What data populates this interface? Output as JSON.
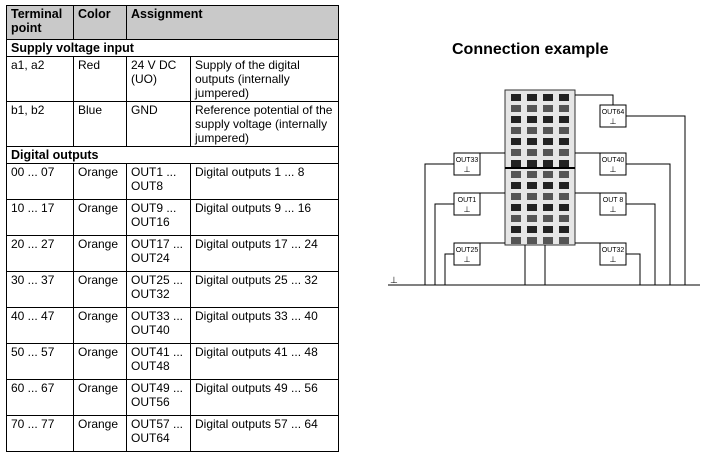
{
  "table": {
    "headers": [
      "Terminal point",
      "Color",
      "Assignment"
    ],
    "sections": [
      {
        "title": "Supply voltage input",
        "rows": [
          {
            "point": "a1, a2",
            "color": "Red",
            "signal": "24 V DC (UO)",
            "desc": "Supply of the digital outputs (internally jumpered)"
          },
          {
            "point": "b1, b2",
            "color": "Blue",
            "signal": "GND",
            "desc": "Reference potential of the supply voltage (internally jumpered)"
          }
        ]
      },
      {
        "title": "Digital outputs",
        "rows": [
          {
            "point": "00 ... 07",
            "color": "Orange",
            "signal": "OUT1 ... OUT8",
            "desc": "Digital outputs 1 ... 8"
          },
          {
            "point": "10 ... 17",
            "color": "Orange",
            "signal": "OUT9 ... OUT16",
            "desc": "Digital outputs 9 ... 16"
          },
          {
            "point": "20 ... 27",
            "color": "Orange",
            "signal": "OUT17 ... OUT24",
            "desc": "Digital outputs 17 ... 24"
          },
          {
            "point": "30 ... 37",
            "color": "Orange",
            "signal": "OUT25 ... OUT32",
            "desc": "Digital outputs 25 ... 32"
          },
          {
            "point": "40 ... 47",
            "color": "Orange",
            "signal": "OUT33 ... OUT40",
            "desc": "Digital outputs 33 ... 40"
          },
          {
            "point": "50 ... 57",
            "color": "Orange",
            "signal": "OUT41 ... OUT48",
            "desc": "Digital outputs 41 ... 48"
          },
          {
            "point": "60 ... 67",
            "color": "Orange",
            "signal": "OUT49 ... OUT56",
            "desc": "Digital outputs 49 ... 56"
          },
          {
            "point": "70 ... 77",
            "color": "Orange",
            "signal": "OUT57 ... OUT64",
            "desc": "Digital outputs 57 ... 64"
          }
        ]
      }
    ]
  },
  "diagram": {
    "title": "Connection example",
    "labels": [
      "OUT64",
      "OUT33",
      "OUT40",
      "OUT1",
      "OUT 8",
      "OUT25",
      "OUT32"
    ],
    "ground_symbol": "⊥"
  }
}
